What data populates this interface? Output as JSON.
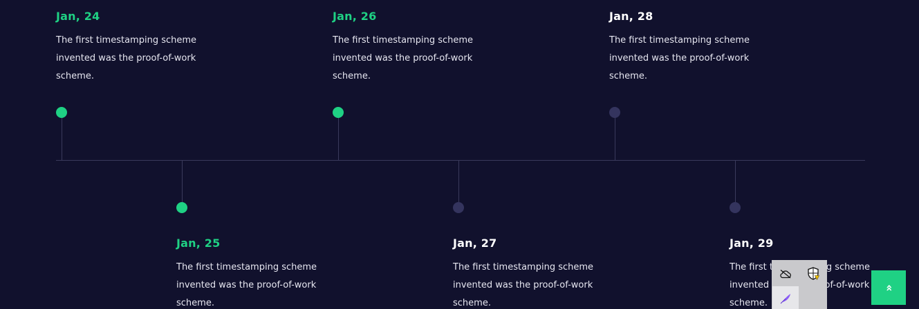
{
  "timeline": {
    "events": [
      {
        "date": "Jan, 24",
        "text": "The first timestamping scheme invented was the proof-of-work scheme.",
        "active": true
      },
      {
        "date": "Jan, 25",
        "text": "The first timestamping scheme invented was the proof-of-work scheme.",
        "active": true
      },
      {
        "date": "Jan, 26",
        "text": "The first timestamping scheme invented was the proof-of-work scheme.",
        "active": true
      },
      {
        "date": "Jan, 27",
        "text": "The first timestamping scheme invented was the proof-of-work scheme.",
        "active": false
      },
      {
        "date": "Jan, 28",
        "text": "The first timestamping scheme invented was the proof-of-work scheme.",
        "active": false
      },
      {
        "date": "Jan, 29",
        "text": "The first timestamping scheme invented was the proof-of-work scheme.",
        "active": false
      }
    ]
  },
  "scroll_top": {
    "icon": "double-chevron-up-icon",
    "glyph": "»"
  },
  "tray": {
    "icons": [
      "cloud-off-icon",
      "shield-warning-icon",
      "feather-pen-icon"
    ]
  },
  "colors": {
    "background": "#11112d",
    "accent": "#1fd184",
    "inactive_dot": "#34345e",
    "line": "#3a3a5c"
  }
}
